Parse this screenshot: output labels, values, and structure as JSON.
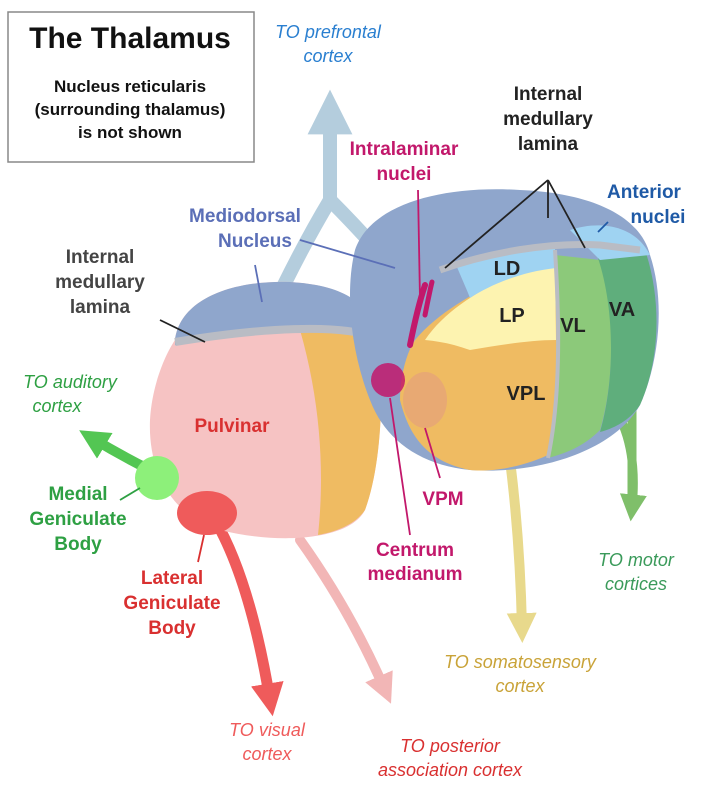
{
  "title_box": {
    "title": "The Thalamus",
    "note": [
      "Nucleus reticularis",
      "(surrounding thalamus)",
      "is not shown"
    ]
  },
  "regions": {
    "pulvinar": "Pulvinar",
    "ld": "LD",
    "lp": "LP",
    "vl": "VL",
    "va": "VA",
    "vpl": "VPL"
  },
  "labels": {
    "mediodorsal": [
      "Mediodorsal",
      "Nucleus"
    ],
    "intralaminar": [
      "Intralaminar",
      "nuclei"
    ],
    "internal_lamina_left": [
      "Internal",
      "medullary",
      "lamina"
    ],
    "internal_lamina_right": [
      "Internal",
      "medullary",
      "lamina"
    ],
    "anterior": [
      "Anterior",
      "nuclei"
    ],
    "medial_geniculate": [
      "Medial",
      "Geniculate",
      "Body"
    ],
    "lateral_geniculate": [
      "Lateral",
      "Geniculate",
      "Body"
    ],
    "vpm": "VPM",
    "centrum": [
      "Centrum",
      "medianum"
    ]
  },
  "targets": {
    "prefrontal": [
      "TO prefrontal",
      "cortex"
    ],
    "auditory": [
      "TO auditory",
      "cortex"
    ],
    "visual": [
      "TO visual",
      "cortex"
    ],
    "posterior": [
      "TO posterior",
      "association cortex"
    ],
    "somatosensory": [
      "TO somatosensory",
      "cortex"
    ],
    "motor": [
      "TO motor",
      "cortices"
    ]
  },
  "colors": {
    "mediodorsal": "#8fa6cc",
    "pulvinar": "#f6c3c3",
    "ld": "#9fd3f2",
    "lp": "#fdf3b0",
    "vl": "#8cc97a",
    "va": "#5fae7c",
    "vpl": "#efbb62",
    "lamina": "#b9bcc4",
    "intralaminar": "#c2186b",
    "prefrontal_arrow": "#b4cddd",
    "auditory_arrow": "#53c653",
    "visual_arrow": "#ef5b5b",
    "posterior_arrow": "#f2b6b6",
    "somatosensory_arrow": "#e8d98c",
    "motor_arrow": "#7fbf6a",
    "label_blue_italic": "#2a7fd0",
    "label_green": "#2ea043",
    "label_red": "#d93030",
    "label_anterior": "#1f5aa6",
    "label_somato": "#c9a338",
    "label_motor": "#3a9a5a"
  }
}
